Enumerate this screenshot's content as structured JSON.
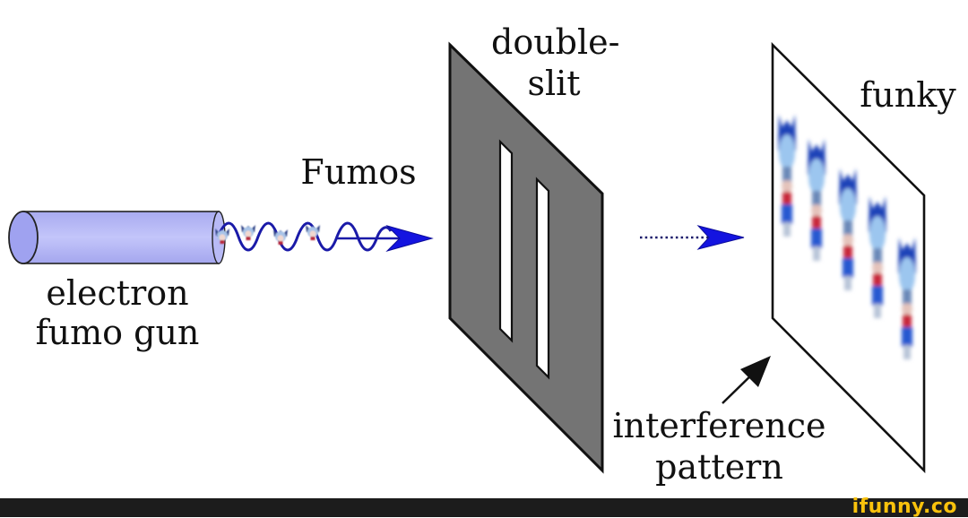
{
  "diagram": {
    "labels": {
      "gun_line1": "electron",
      "gun_line2": "fumo gun",
      "particles": "Fumos",
      "slit_line1": "double-",
      "slit_line2": "slit",
      "screen": "funky",
      "pattern_line1": "interference",
      "pattern_line2": "pattern"
    },
    "colors": {
      "gun_fill": "#b4b6f4",
      "gun_cap": "#9fa2f0",
      "wave": "#1a1aa8",
      "arrow_blue": "#1414e0",
      "slit_panel": "#747474",
      "slit_opening": "#ffffff",
      "screen": "#ffffff",
      "outline": "#111111"
    },
    "fumo_count_on_wave": 3,
    "pattern_figure_count": 5
  },
  "footer": {
    "brand": "ifunny.co",
    "background": "#1c1c1c",
    "brand_color": "#f9c20c"
  }
}
